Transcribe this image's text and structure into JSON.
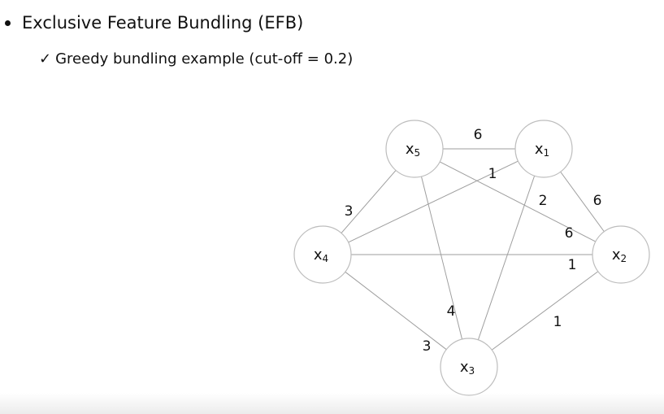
{
  "slide": {
    "bullet": "Exclusive Feature Bundling (EFB)",
    "check_glyph": "✓",
    "sub_bullet": "Greedy bundling example (cut-off = 0.2)"
  },
  "graph": {
    "nodes": [
      {
        "id": "x5",
        "base": "x",
        "sub": "5"
      },
      {
        "id": "x1",
        "base": "x",
        "sub": "1"
      },
      {
        "id": "x4",
        "base": "x",
        "sub": "4"
      },
      {
        "id": "x2",
        "base": "x",
        "sub": "2"
      },
      {
        "id": "x3",
        "base": "x",
        "sub": "3"
      }
    ],
    "edges": [
      {
        "from": "x5",
        "to": "x1",
        "weight": "6"
      },
      {
        "from": "x5",
        "to": "x4",
        "weight": "3"
      },
      {
        "from": "x5",
        "to": "x2",
        "weight": "6"
      },
      {
        "from": "x5",
        "to": "x3",
        "weight": "4"
      },
      {
        "from": "x1",
        "to": "x4",
        "weight": "1"
      },
      {
        "from": "x1",
        "to": "x2",
        "weight": "6"
      },
      {
        "from": "x1",
        "to": "x3",
        "weight": "2"
      },
      {
        "from": "x4",
        "to": "x2",
        "weight": "1"
      },
      {
        "from": "x4",
        "to": "x3",
        "weight": "3"
      },
      {
        "from": "x2",
        "to": "x3",
        "weight": "1"
      }
    ],
    "colors": {
      "node_stroke": "#bdbdbd",
      "edge": "#9e9e9e",
      "text": "#111111"
    }
  }
}
